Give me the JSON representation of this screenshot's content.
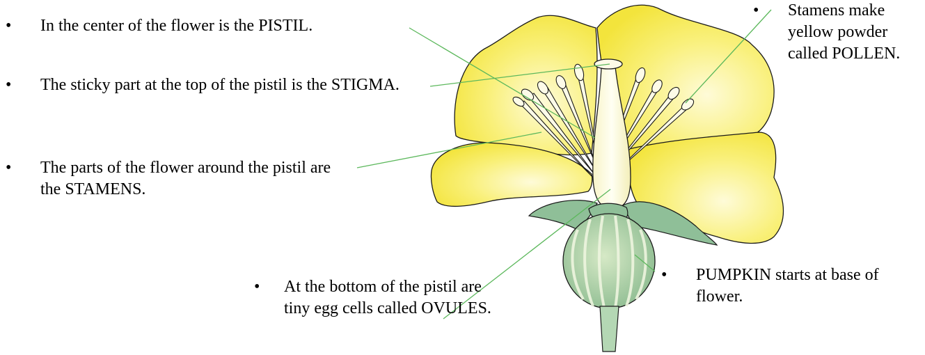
{
  "bullet_glyph": "•",
  "labels": {
    "pistil": "In the center of the flower is the PISTIL.",
    "stigma": "The sticky part at the top of the pistil is the STIGMA.",
    "stamens": "The parts of the flower around the pistil are the STAMENS.",
    "ovules": "At the bottom of the pistil are tiny egg cells called OVULES.",
    "pumpkin": "PUMPKIN starts at base of flower.",
    "pollen": "Stamens make yellow powder called POLLEN."
  },
  "colors": {
    "petal_fill": "#f7ec5a",
    "petal_light": "#fdf9c8",
    "petal_stroke": "#1a1a1a",
    "pistil_fill": "#fdfbe6",
    "sepal_fill": "#8fbf98",
    "ovary_fill": "#a9cfac",
    "ovary_stripe": "#eef5df",
    "leader_line": "#5cb85c"
  }
}
